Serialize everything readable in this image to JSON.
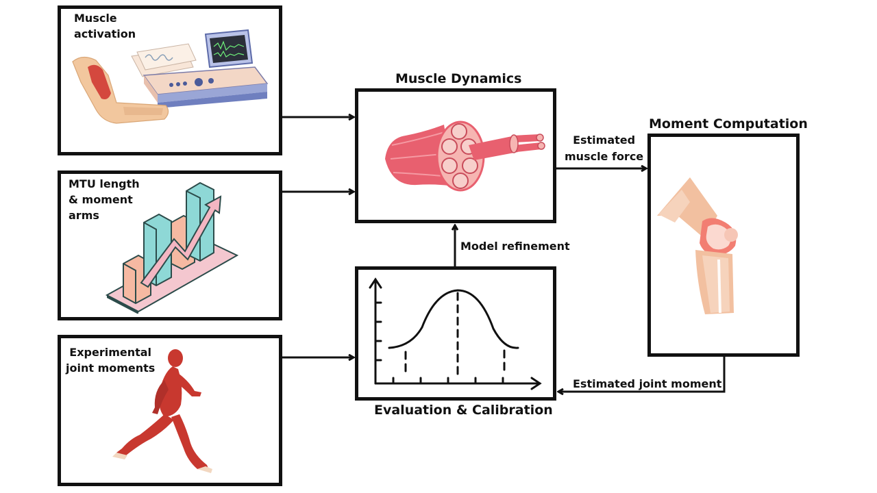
{
  "inputs": {
    "muscle_activation": "Muscle\nactivation",
    "mtu_length": "MTU length\n& moment\narms",
    "experimental_moments": "Experimental\njoint moments"
  },
  "blocks": {
    "muscle_dynamics": "Muscle Dynamics",
    "moment_computation": "Moment Computation",
    "evaluation_calibration": "Evaluation & Calibration"
  },
  "edges": {
    "estimated_force": "Estimated\nmuscle force",
    "model_refinement": "Model refinement",
    "estimated_moment": "Estimated joint moment"
  },
  "colors": {
    "border": "#111111",
    "muscle": "#e8606f",
    "skin": "#f2c79e",
    "teal": "#8ed8d6",
    "peach": "#f6b9a2"
  }
}
